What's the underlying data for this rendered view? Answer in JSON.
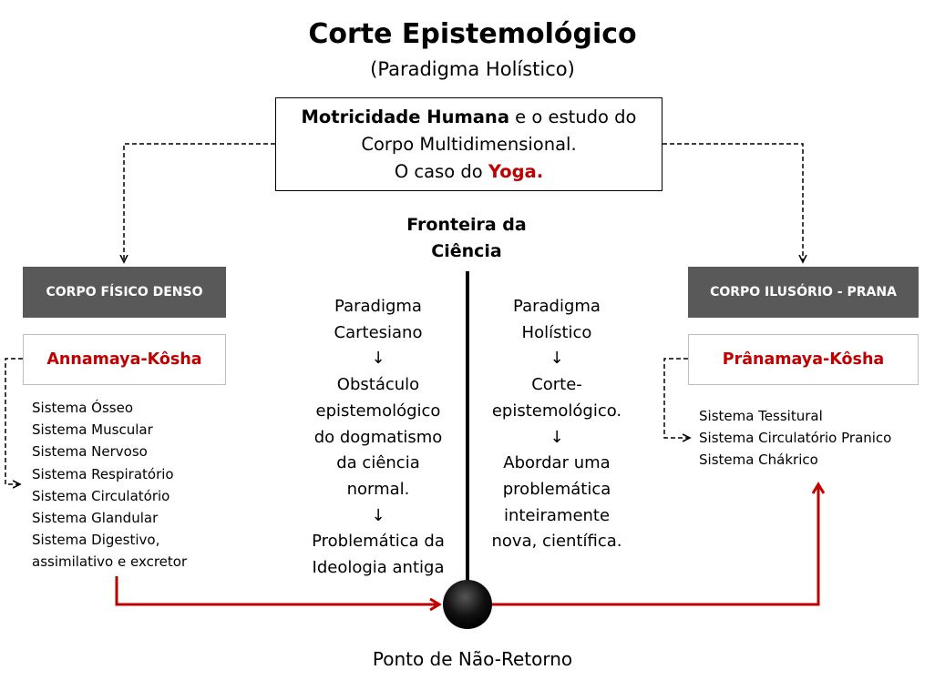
{
  "title": "Corte Epistemológico",
  "subtitle": "(Paradigma Holístico)",
  "top_box": {
    "bold_part": "Motricidade Humana",
    "text1": " e o estudo do",
    "line2": "Corpo Multidimensional.",
    "line3_prefix": "O caso do ",
    "line3_red": "Yoga."
  },
  "frontier": [
    "Fronteira da",
    "Ciência"
  ],
  "left": {
    "header": "CORPO FÍSICO DENSO",
    "kosha": "Annamaya-Kôsha",
    "systems": [
      "Sistema Ósseo",
      "Sistema Muscular",
      "Sistema Nervoso",
      "Sistema Respiratório",
      "Sistema Circulatório",
      "Sistema Glandular",
      "Sistema Digestivo,",
      "assimilativo e excretor"
    ]
  },
  "right": {
    "header": "CORPO ILUSÓRIO - PRANA",
    "kosha": "Prânamaya-Kôsha",
    "systems": [
      "Sistema Tessitural",
      "Sistema Circulatório Pranico",
      "Sistema Chákrico"
    ]
  },
  "center_left": [
    "Paradigma",
    "Cartesiano",
    "↓",
    "Obstáculo",
    "epistemológico",
    "do dogmatismo",
    "da ciência",
    "normal.",
    "↓",
    "Problemática da",
    "Ideologia antiga"
  ],
  "center_right": [
    "Paradigma",
    "Holístico",
    "↓",
    "Corte-",
    "epistemológico.",
    "↓",
    "Abordar uma",
    "problemática",
    "inteiramente",
    "nova, científica."
  ],
  "bottom_label": "Ponto de Não-Retorno",
  "colors": {
    "accent_red": "#c00000",
    "header_gray": "#595959"
  }
}
